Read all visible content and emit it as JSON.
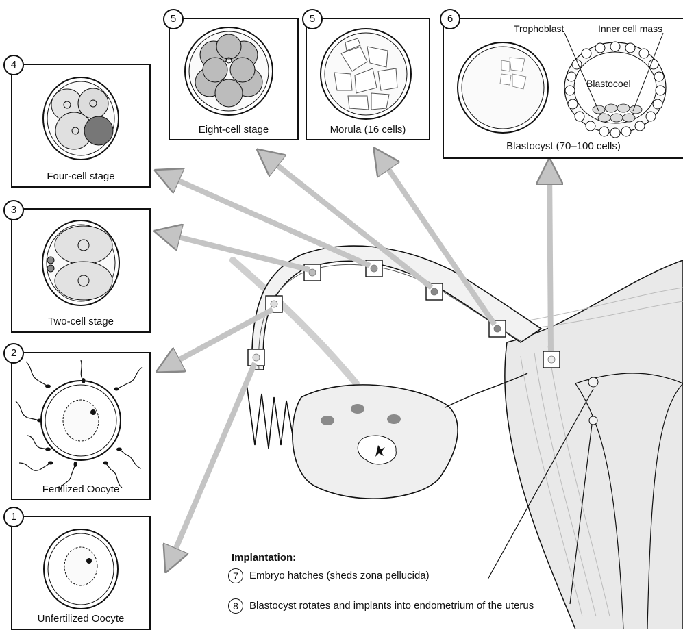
{
  "stages": [
    {
      "number": "1",
      "caption": "Unfertilized Oocyte"
    },
    {
      "number": "2",
      "caption": "Fertilized Oocyte"
    },
    {
      "number": "3",
      "caption": "Two-cell stage"
    },
    {
      "number": "4",
      "caption": "Four-cell stage"
    },
    {
      "number": "5",
      "caption": "Eight-cell stage"
    },
    {
      "number": "5",
      "caption": "Morula (16 cells)"
    },
    {
      "number": "6",
      "caption": "Blastocyst (70–100 cells)"
    }
  ],
  "blastocyst_labels": {
    "trophoblast": "Trophoblast",
    "inner_cell_mass": "Inner cell mass",
    "blastocoel": "Blastocoel"
  },
  "implantation": {
    "heading": "Implantation:",
    "steps": [
      {
        "number": "7",
        "text": "Embryo hatches (sheds zona pellucida)"
      },
      {
        "number": "8",
        "text": "Blastocyst rotates and implants into endometrium of the uterus"
      }
    ]
  },
  "colors": {
    "arrow": "#c4c4c4",
    "outline": "#111111",
    "tissue": "#ececec",
    "ovary": "#efefef"
  }
}
